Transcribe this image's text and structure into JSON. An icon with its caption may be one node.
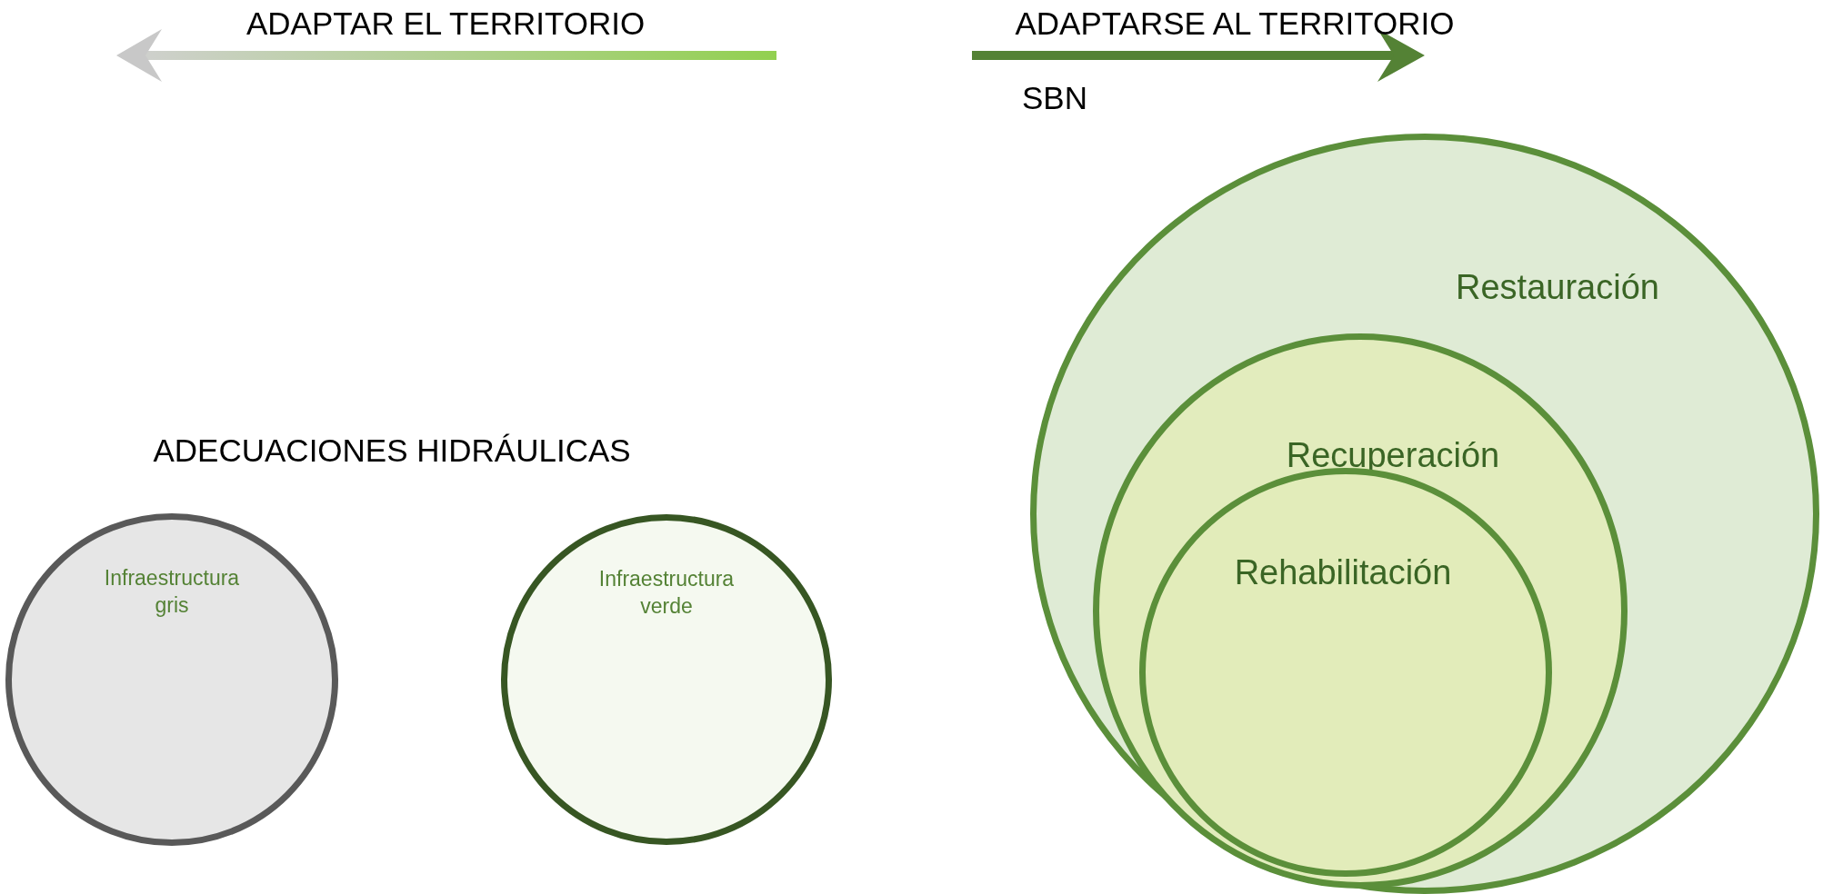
{
  "diagram": {
    "nodes": [
      {
        "text": [
          "Infraestructura gris"
        ]
      },
      {
        "text": [
          "Infraestructura verde"
        ]
      },
      {
        "text": [
          "Restauración"
        ]
      },
      {
        "text": [
          "Recuperación"
        ],
        "in": 2
      },
      {
        "text": [
          "Rehabilitación"
        ],
        "in": 3
      }
    ],
    "labels": [
      "ADAPTAR EL TERRITORIO",
      "ADAPTARSE AL TERRITORIO",
      "SBN",
      "ADECUACIONES HIDRÁULICAS"
    ]
  }
}
